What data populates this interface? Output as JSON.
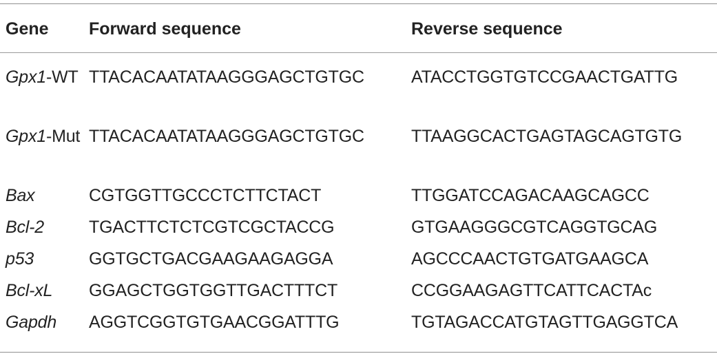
{
  "table": {
    "headers": {
      "gene": "Gene",
      "forward": "Forward sequence",
      "reverse": "Reverse sequence"
    },
    "rows": [
      {
        "gene": "Gpx1",
        "gene_suffix": "-WT",
        "forward": "TTACACAATATAAGGGAGCTGTGC",
        "reverse": "ATACCTGGTGTCCGAACTGATTG"
      },
      {
        "gene": "Gpx1",
        "gene_suffix": "-Mut",
        "forward": "TTACACAATATAAGGGAGCTGTGC",
        "reverse": "TTAAGGCACTGAGTAGCAGTGTG"
      },
      {
        "gene": "Bax",
        "gene_suffix": "",
        "forward": "CGTGGTTGCCCTCTTCTACT",
        "reverse": "TTGGATCCAGACAAGCAGCC"
      },
      {
        "gene": "Bcl-2",
        "gene_suffix": "",
        "forward": "TGACTTCTCTCGTCGCTACCG",
        "reverse": "GTGAAGGGCGTCAGGTGCAG"
      },
      {
        "gene": "p53",
        "gene_suffix": "",
        "forward": "GGTGCTGACGAAGAAGAGGA",
        "reverse": "AGCCCAACTGTGATGAAGCA"
      },
      {
        "gene": "Bcl-xL",
        "gene_suffix": "",
        "forward": "GGAGCTGGTGGTTGACTTTCT",
        "reverse": "CCGGAAGAGTTCATTCACTAc"
      },
      {
        "gene": "Gapdh",
        "gene_suffix": "",
        "forward": "AGGTCGGTGTGAACGGATTTG",
        "reverse": "TGTAGACCATGTAGTTGAGGTCA"
      }
    ]
  }
}
